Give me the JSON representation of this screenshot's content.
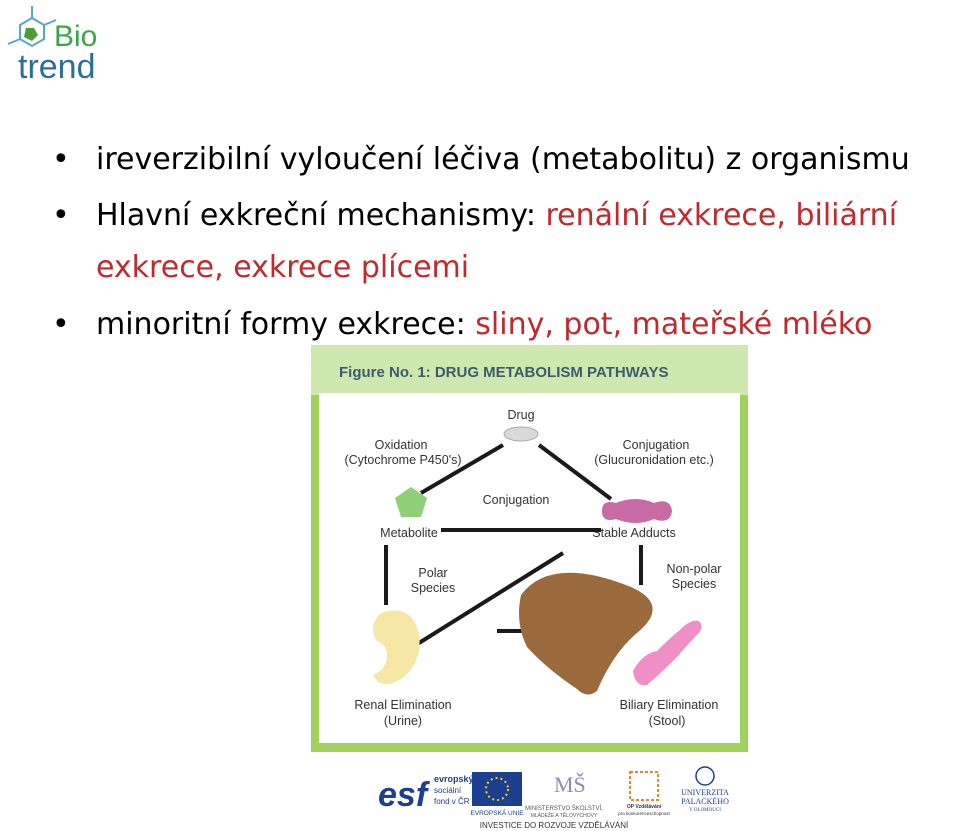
{
  "logo": {
    "line1": "Bio",
    "line2": "trend"
  },
  "bullets": [
    {
      "text": "ireverzibilní vyloučení léčiva (metabolitu) z organismu"
    },
    {
      "black": "Hlavní exkreční mechanismy: ",
      "red": "renální exkrece, biliární",
      "red2": "exkrece, exkrece plícemi"
    },
    {
      "black": "minoritní formy exkrece: ",
      "red": "sliny, pot, mateřské mléko"
    }
  ],
  "figure": {
    "title": "Figure No. 1: DRUG METABOLISM PATHWAYS",
    "drug": "Drug",
    "oxidation1": "Oxidation",
    "oxidation2": "(Cytochrome P450's)",
    "conj_top1": "Conjugation",
    "conj_top2": "(Glucuronidation etc.)",
    "conj_mid": "Conjugation",
    "metabolite": "Metabolite",
    "stable": "Stable Adducts",
    "polar1": "Polar",
    "polar2": "Species",
    "nonpolar1": "Non-polar",
    "nonpolar2": "Species",
    "renal1": "Renal Elimination",
    "renal2": "(Urine)",
    "biliary1": "Biliary Elimination",
    "biliary2": "(Stool)"
  },
  "footer": {
    "esf_big": "esf",
    "esf_small1": "evropský",
    "esf_small2": "sociální",
    "esf_small3": "fond v ČR",
    "eu": "EVROPSKÁ UNIE",
    "msmt": "MINISTERSTVO ŠKOLSTVÍ,",
    "msmt2": "MLÁDEŽE A TĚLOVÝCHOVY",
    "op": "OP Vzdělávání",
    "op2": "pro konkurenceschopnost",
    "upol1": "UNIVERZITA",
    "upol2": "PALACKÉHO",
    "upol3": "V OLOMOUCI",
    "slogan": "INVESTICE DO ROZVOJE VZDĚLÁVÁNÍ"
  }
}
